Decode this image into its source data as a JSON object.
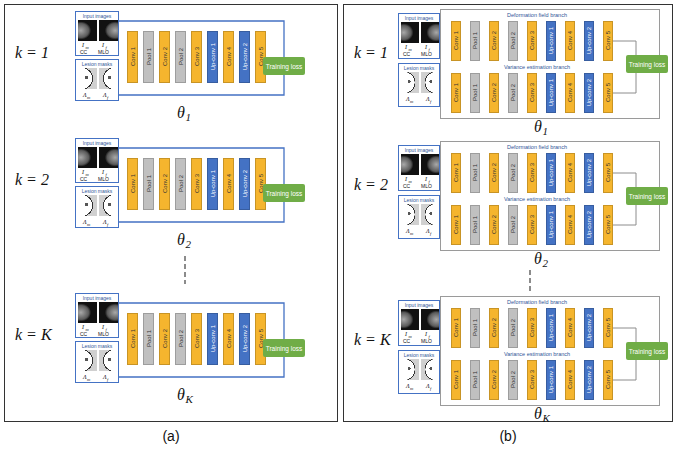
{
  "diagram": {
    "nodes": [
      {
        "text": [
          "(a)"
        ]
      },
      {
        "text": [
          "Input images"
        ],
        "in": 0
      },
      {
        "text": [
          "Lesion masks"
        ],
        "in": 0
      },
      {
        "text": [
          "Conv 1"
        ],
        "in": 0
      },
      {
        "text": [
          "Pool 1"
        ],
        "in": 0
      },
      {
        "text": [
          "Conv 2"
        ],
        "in": 0
      },
      {
        "text": [
          "Pool 2"
        ],
        "in": 0
      },
      {
        "text": [
          "Conv 3"
        ],
        "in": 0
      },
      {
        "text": [
          "Up-conv 1"
        ],
        "in": 0
      },
      {
        "text": [
          "Conv 4"
        ],
        "in": 0
      },
      {
        "text": [
          "Up-conv 2"
        ],
        "in": 0
      },
      {
        "text": [
          "Conv 5"
        ],
        "in": 0
      },
      {
        "text": [
          "Training loss"
        ],
        "in": 0
      },
      {
        "text": [
          "Input images"
        ],
        "in": 0
      },
      {
        "text": [
          "Lesion masks"
        ],
        "in": 0
      },
      {
        "text": [
          "Conv 1"
        ],
        "in": 0
      },
      {
        "text": [
          "Pool 1"
        ],
        "in": 0
      },
      {
        "text": [
          "Conv 2"
        ],
        "in": 0
      },
      {
        "text": [
          "Pool 2"
        ],
        "in": 0
      },
      {
        "text": [
          "Conv 3"
        ],
        "in": 0
      },
      {
        "text": [
          "Up-conv 1"
        ],
        "in": 0
      },
      {
        "text": [
          "Conv 4"
        ],
        "in": 0
      },
      {
        "text": [
          "Up-conv 2"
        ],
        "in": 0
      },
      {
        "text": [
          "Conv 5"
        ],
        "in": 0
      },
      {
        "text": [
          "Training loss"
        ],
        "in": 0
      },
      {
        "text": [
          "Input images"
        ],
        "in": 0
      },
      {
        "text": [
          "Lesion masks"
        ],
        "in": 0
      },
      {
        "text": [
          "Conv 1"
        ],
        "in": 0
      },
      {
        "text": [
          "Pool 1"
        ],
        "in": 0
      },
      {
        "text": [
          "Conv 2"
        ],
        "in": 0
      },
      {
        "text": [
          "Pool 2"
        ],
        "in": 0
      },
      {
        "text": [
          "Conv 3"
        ],
        "in": 0
      },
      {
        "text": [
          "Up-conv 1"
        ],
        "in": 0
      },
      {
        "text": [
          "Conv 4"
        ],
        "in": 0
      },
      {
        "text": [
          "Up-conv 2"
        ],
        "in": 0
      },
      {
        "text": [
          "Conv 5"
        ],
        "in": 0
      },
      {
        "text": [
          "Training loss"
        ],
        "in": 0
      },
      {
        "text": [
          "(b)"
        ]
      },
      {
        "text": [
          "Input images"
        ],
        "in": 37
      },
      {
        "text": [
          "Lesion masks"
        ],
        "in": 37
      },
      {
        "text": [
          "Deformation field branch",
          "Variance estimation branch"
        ],
        "in": 37
      },
      {
        "text": [
          "Conv 1"
        ],
        "in": 40
      },
      {
        "text": [
          "Pool 1"
        ],
        "in": 40
      },
      {
        "text": [
          "Conv 2"
        ],
        "in": 40
      },
      {
        "text": [
          "Pool 2"
        ],
        "in": 40
      },
      {
        "text": [
          "Conv 3"
        ],
        "in": 40
      },
      {
        "text": [
          "Up-conv 1"
        ],
        "in": 40
      },
      {
        "text": [
          "Conv 4"
        ],
        "in": 40
      },
      {
        "text": [
          "Up-conv 2"
        ],
        "in": 40
      },
      {
        "text": [
          "Conv 5"
        ],
        "in": 40
      },
      {
        "text": [
          "Conv 1"
        ],
        "in": 40
      },
      {
        "text": [
          "Pool 1"
        ],
        "in": 40
      },
      {
        "text": [
          "Conv 2"
        ],
        "in": 40
      },
      {
        "text": [
          "Pool 2"
        ],
        "in": 40
      },
      {
        "text": [
          "Conv 3"
        ],
        "in": 40
      },
      {
        "text": [
          "Up-conv 1"
        ],
        "in": 40
      },
      {
        "text": [
          "Conv 4"
        ],
        "in": 40
      },
      {
        "text": [
          "Up-conv 2"
        ],
        "in": 40
      },
      {
        "text": [
          "Conv 5"
        ],
        "in": 40
      },
      {
        "text": [
          "Training loss"
        ],
        "in": 37
      },
      {
        "text": [
          "Input images"
        ],
        "in": 37
      },
      {
        "text": [
          "Lesion masks"
        ],
        "in": 37
      },
      {
        "text": [
          "Deformation field branch",
          "Variance estimation branch"
        ],
        "in": 37
      },
      {
        "text": [
          "Conv 1"
        ],
        "in": 62
      },
      {
        "text": [
          "Pool 1"
        ],
        "in": 62
      },
      {
        "text": [
          "Conv 2"
        ],
        "in": 62
      },
      {
        "text": [
          "Pool 2"
        ],
        "in": 62
      },
      {
        "text": [
          "Conv 3"
        ],
        "in": 62
      },
      {
        "text": [
          "Up-conv 1"
        ],
        "in": 62
      },
      {
        "text": [
          "Conv 4"
        ],
        "in": 62
      },
      {
        "text": [
          "Up-conv 2"
        ],
        "in": 62
      },
      {
        "text": [
          "Conv 5"
        ],
        "in": 62
      },
      {
        "text": [
          "Conv 1"
        ],
        "in": 62
      },
      {
        "text": [
          "Pool 1"
        ],
        "in": 62
      },
      {
        "text": [
          "Conv 2"
        ],
        "in": 62
      },
      {
        "text": [
          "Pool 2"
        ],
        "in": 62
      },
      {
        "text": [
          "Conv 3"
        ],
        "in": 62
      },
      {
        "text": [
          "Up-conv 1"
        ],
        "in": 62
      },
      {
        "text": [
          "Conv 4"
        ],
        "in": 62
      },
      {
        "text": [
          "Up-conv 2"
        ],
        "in": 62
      },
      {
        "text": [
          "Conv 5"
        ],
        "in": 62
      },
      {
        "text": [
          "Training loss"
        ],
        "in": 37
      },
      {
        "text": [
          "Input images"
        ],
        "in": 37
      },
      {
        "text": [
          "Lesion masks"
        ],
        "in": 37
      },
      {
        "text": [
          "Deformation field branch",
          "Variance estimation branch"
        ],
        "in": 37
      },
      {
        "text": [
          "Conv 1"
        ],
        "in": 84
      },
      {
        "text": [
          "Pool 1"
        ],
        "in": 84
      },
      {
        "text": [
          "Conv 2"
        ],
        "in": 84
      },
      {
        "text": [
          "Pool 2"
        ],
        "in": 84
      },
      {
        "text": [
          "Conv 3"
        ],
        "in": 84
      },
      {
        "text": [
          "Up-conv 1"
        ],
        "in": 84
      },
      {
        "text": [
          "Conv 4"
        ],
        "in": 84
      },
      {
        "text": [
          "Up-conv 2"
        ],
        "in": 84
      },
      {
        "text": [
          "Conv 5"
        ],
        "in": 84
      },
      {
        "text": [
          "Conv 1"
        ],
        "in": 84
      },
      {
        "text": [
          "Pool 1"
        ],
        "in": 84
      },
      {
        "text": [
          "Conv 2"
        ],
        "in": 84
      },
      {
        "text": [
          "Pool 2"
        ],
        "in": 84
      },
      {
        "text": [
          "Conv 3"
        ],
        "in": 84
      },
      {
        "text": [
          "Up-conv 1"
        ],
        "in": 84
      },
      {
        "text": [
          "Conv 4"
        ],
        "in": 84
      },
      {
        "text": [
          "Up-conv 2"
        ],
        "in": 84
      },
      {
        "text": [
          "Conv 5"
        ],
        "in": 84
      },
      {
        "text": [
          "Training loss"
        ],
        "in": 37
      }
    ],
    "edges": [
      {
        "from": 1,
        "to": 12,
        "arrow": "none"
      },
      {
        "from": 2,
        "to": 12,
        "arrow": "none"
      },
      {
        "from": 13,
        "to": 24,
        "arrow": "none"
      },
      {
        "from": 14,
        "to": 24,
        "arrow": "none"
      },
      {
        "from": 25,
        "to": 36,
        "arrow": "none"
      },
      {
        "from": 26,
        "to": 36,
        "arrow": "none"
      },
      {
        "from": 49,
        "to": 59,
        "arrow": "none"
      },
      {
        "from": 58,
        "to": 59,
        "arrow": "none"
      },
      {
        "from": 71,
        "to": 81,
        "arrow": "none"
      },
      {
        "from": 80,
        "to": 81,
        "arrow": "none"
      },
      {
        "from": 93,
        "to": 103,
        "arrow": "none"
      },
      {
        "from": 102,
        "to": 103,
        "arrow": "none"
      }
    ],
    "labels": [
      "k = 1",
      "I",
      "m",
      "CC",
      "I",
      "f",
      "MLO",
      "Λ",
      "m",
      "Λ",
      "f",
      "θ",
      "1",
      "k = 2",
      "I",
      "m",
      "CC",
      "I",
      "f",
      "MLO",
      "Λ",
      "m",
      "Λ",
      "f",
      "θ",
      "2",
      "k = K",
      "I",
      "m",
      "CC",
      "I",
      "f",
      "MLO",
      "Λ",
      "m",
      "Λ",
      "f",
      "θ",
      "K",
      "k = 1",
      "I",
      "m",
      "CC",
      "I",
      "f",
      "MLO",
      "Λ",
      "m",
      "Λ",
      "f",
      "θ",
      "1",
      "k = 2",
      "I",
      "m",
      "CC",
      "I",
      "f",
      "MLO",
      "Λ",
      "m",
      "Λ",
      "f",
      "θ",
      "2",
      "k = K",
      "I",
      "m",
      "CC",
      "I",
      "f",
      "MLO",
      "Λ",
      "m",
      "Λ",
      "f",
      "θ",
      "K"
    ]
  }
}
